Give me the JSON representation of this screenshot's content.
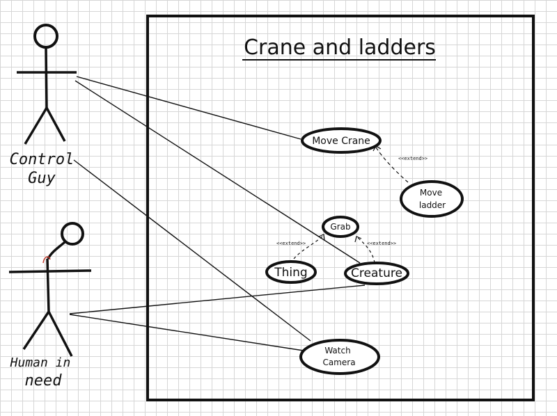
{
  "diagram": {
    "title": "Crane and ladders",
    "actors": {
      "control_guy": {
        "line1": "Control",
        "line2": "Guy"
      },
      "human_in_need": {
        "line1": "Human in",
        "line2": "need"
      }
    },
    "use_cases": {
      "move_crane": "Move Crane",
      "move_ladder": {
        "line1": "Move",
        "line2": "ladder"
      },
      "grab": "Grab",
      "thing": "Thing",
      "creature": "Creature",
      "watch_camera": {
        "line1": "Watch",
        "line2": "Camera"
      }
    },
    "relations": {
      "extend_label": "<<extend>>"
    }
  }
}
